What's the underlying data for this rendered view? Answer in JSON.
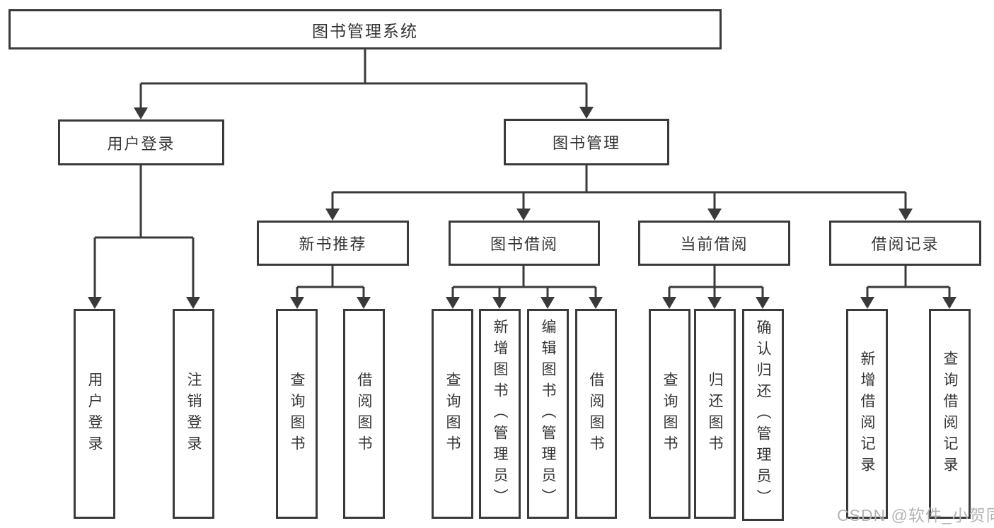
{
  "tree": {
    "label": "图书管理系统",
    "children": [
      {
        "label": "用户登录",
        "children": [
          {
            "label": "用户登录"
          },
          {
            "label": "注销登录"
          }
        ]
      },
      {
        "label": "图书管理",
        "children": [
          {
            "label": "新书推荐",
            "children": [
              {
                "label": "查询图书"
              },
              {
                "label": "借阅图书"
              }
            ]
          },
          {
            "label": "图书借阅",
            "children": [
              {
                "label": "查询图书"
              },
              {
                "label": "新增图书（管理员）"
              },
              {
                "label": "编辑图书（管理员）"
              },
              {
                "label": "借阅图书"
              }
            ]
          },
          {
            "label": "当前借阅",
            "children": [
              {
                "label": "查询图书"
              },
              {
                "label": "归还图书"
              },
              {
                "label": "确认归还（管理员）"
              }
            ]
          },
          {
            "label": "借阅记录",
            "children": [
              {
                "label": "新增借阅记录"
              },
              {
                "label": "查询借阅记录"
              }
            ]
          }
        ]
      }
    ]
  },
  "watermark": {
    "text": "CSDN @软件_小贺同学"
  },
  "colors": {
    "line": "#3a3a3a",
    "text": "#333333",
    "watermark": "#b3b3b3",
    "background": "#ffffff"
  }
}
